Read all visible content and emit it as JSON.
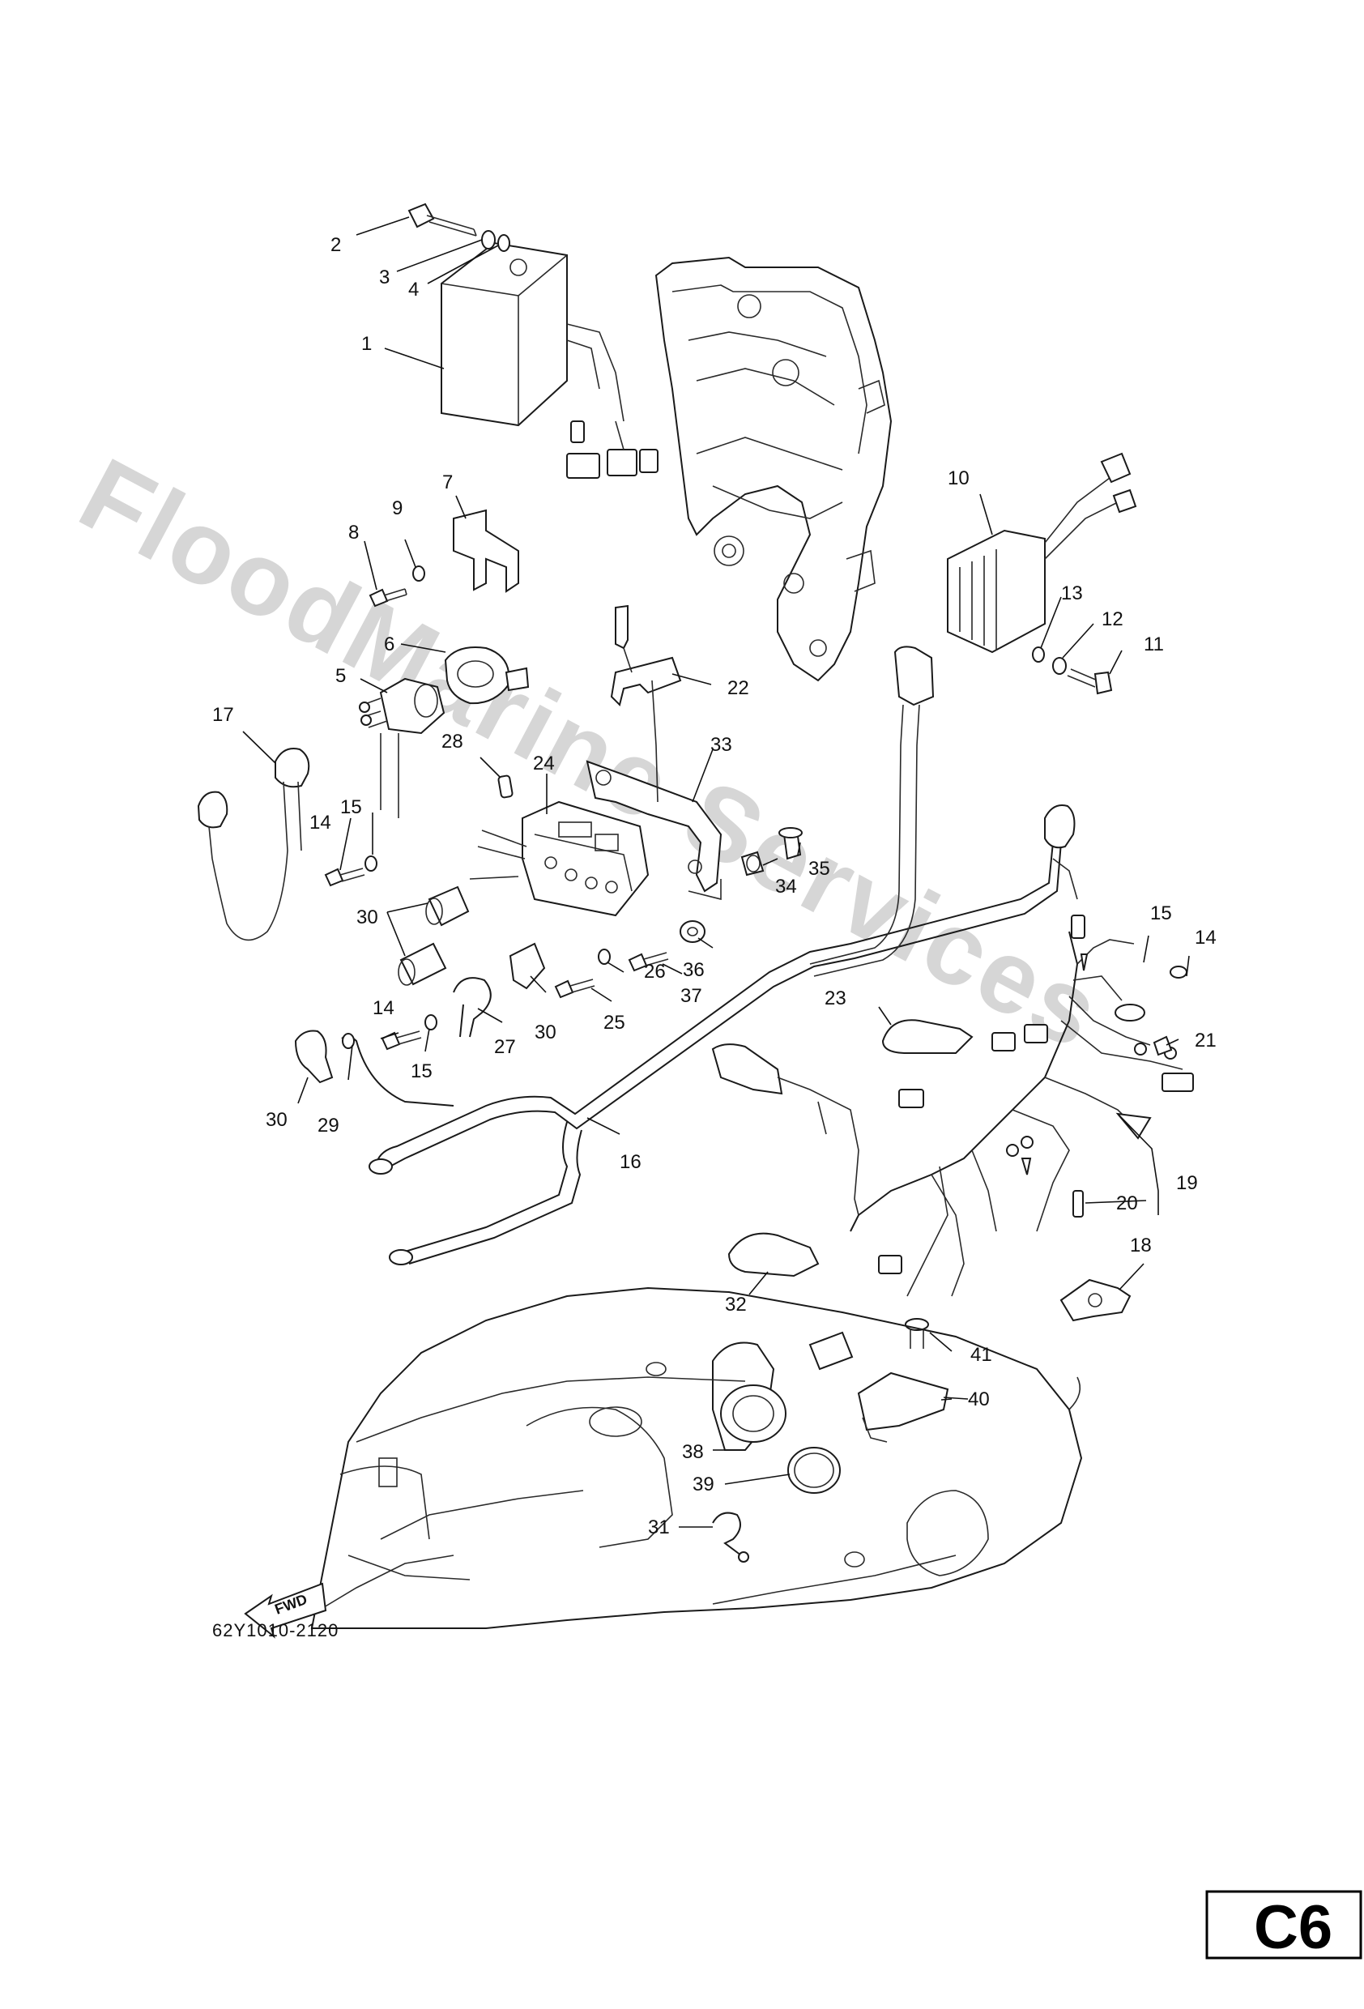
{
  "watermark": "FloodMarine Services",
  "diagram_code": "62Y1010-2120",
  "page_tab": "C6",
  "fwd_label": "FWD",
  "callouts": [
    "1",
    "2",
    "3",
    "4",
    "5",
    "6",
    "7",
    "8",
    "9",
    "10",
    "11",
    "12",
    "13",
    "14",
    "15",
    "16",
    "17",
    "18",
    "19",
    "20",
    "21",
    "22",
    "23",
    "24",
    "25",
    "26",
    "27",
    "28",
    "29",
    "30",
    "31",
    "32",
    "33",
    "34",
    "35",
    "36",
    "37",
    "38",
    "39",
    "40",
    "41"
  ],
  "extra_callouts": {
    "c14b": "14",
    "c14c": "14",
    "c15b": "15",
    "c15c": "15",
    "c30b": "30",
    "c30c": "30"
  }
}
